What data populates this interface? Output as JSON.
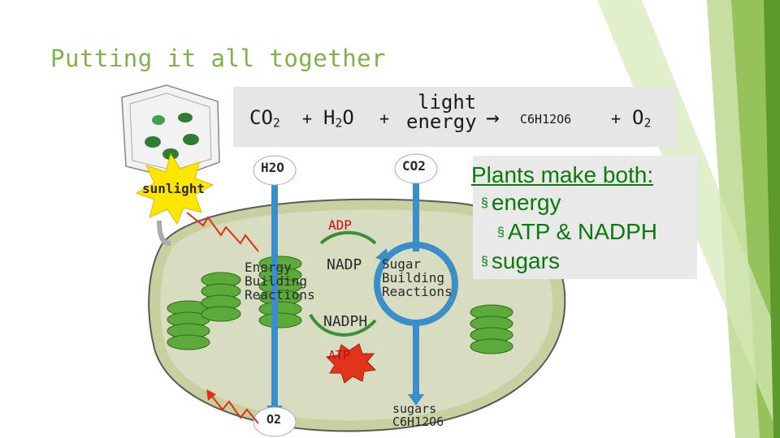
{
  "slide": {
    "title": "Putting it all together"
  },
  "equation": {
    "co2": "CO",
    "co2_sub": "2",
    "plus1": "+",
    "h2o_h": "H",
    "h2o_sub": "2",
    "h2o_o": "O",
    "plus2": "+",
    "light_line1": "light",
    "light_line2": "energy",
    "arrow": "→",
    "glucose": "C6H12O6",
    "plus3": "+",
    "o2": "O",
    "o2_sub": "2"
  },
  "plants_note": {
    "title": "Plants make both:",
    "bullets": [
      {
        "mark": "§",
        "text": "energy"
      },
      {
        "mark": "§",
        "text": "ATP & NADPH"
      },
      {
        "mark": "§",
        "text": "sugars"
      }
    ]
  },
  "diagram": {
    "sunlight": "sunlight",
    "h2o": "H2O",
    "co2": "CO2",
    "adp": "ADP",
    "nadp": "NADP",
    "energy_reactions": [
      "Energy",
      "Building",
      "Reactions"
    ],
    "sugar_reactions": [
      "Sugar",
      "Building",
      "Reactions"
    ],
    "nadph": "NADPH",
    "atp": "ATP",
    "o2": "O2",
    "sugars_line1": "sugars",
    "sugars_line2": "C6H12O6"
  },
  "colors": {
    "title": "#7fb24a",
    "green_text": "#0a7a0a",
    "blue_cycle": "#3a8fc8",
    "chloroplast": "#c8d0a0",
    "thylakoid": "#5cab3a",
    "sun": "#ffe600",
    "atp_burst": "#e0341c"
  }
}
